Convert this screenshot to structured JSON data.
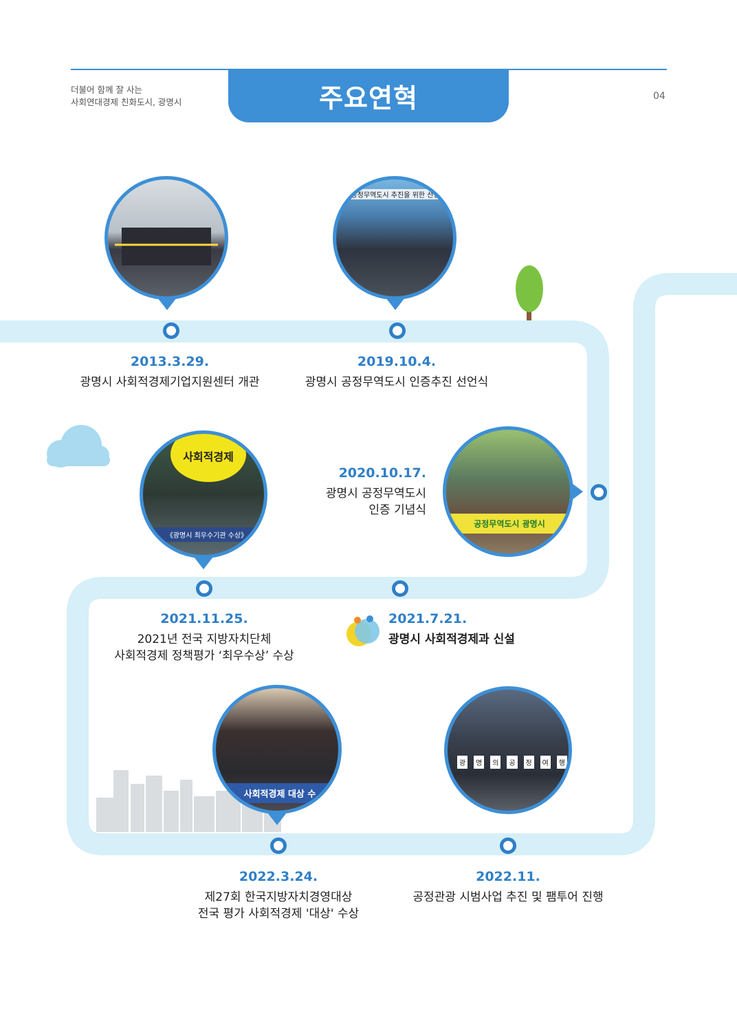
{
  "header": {
    "subtitle_line1": "더불어 함께 잘 사는",
    "subtitle_line2": "사회연대경제 친화도시, 광명시",
    "title": "주요연혁",
    "page_number": "04"
  },
  "colors": {
    "accent": "#3d8fd6",
    "road": "#d6eff8",
    "tree": "#7cc242"
  },
  "timeline": [
    {
      "date": "2013.3.29.",
      "lines": [
        "광명시 사회적경제기업지원센터 개관"
      ]
    },
    {
      "date": "2019.10.4.",
      "lines": [
        "광명시 공정무역도시 인증추진 선언식"
      ]
    },
    {
      "date": "2020.10.17.",
      "lines": [
        "광명시 공정무역도시",
        "인증 기념식"
      ]
    },
    {
      "date": "2021.11.25.",
      "lines": [
        "2021년 전국 지방자치단체",
        "사회적경제 정책평가 ‘최우수상’ 수상"
      ]
    },
    {
      "date": "2021.7.21.",
      "lines": [
        "광명시 사회적경제과 신설"
      ]
    },
    {
      "date": "2022.3.24.",
      "lines": [
        "제27회 한국지방자치경영대상",
        "전국 평가 사회적경제 '대상' 수상"
      ]
    },
    {
      "date": "2022.11.",
      "lines": [
        "공정관광 시범사업 추진 및 팸투어 진행"
      ]
    }
  ],
  "photo_captions": {
    "p2_banner": "공정무역도시 추진을 위한 선언",
    "p3_balloon": "사회적경제",
    "p3_banner": "《광명시 최우수기관 수상》",
    "p4_banner": "공정무역도시 광명시",
    "p6_banner": "사회적경제 대상 수",
    "p7_cards": [
      "광",
      "명",
      "의",
      "공",
      "정",
      "여",
      "행"
    ]
  }
}
